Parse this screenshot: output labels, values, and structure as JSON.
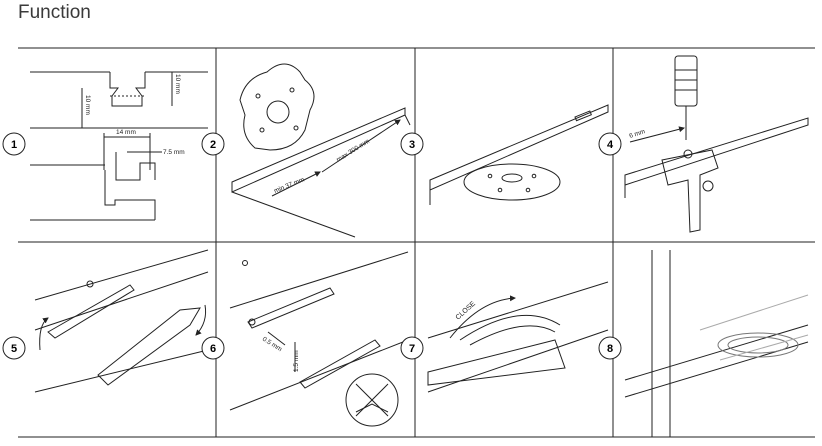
{
  "title": "Function",
  "steps": [
    {
      "number": "1",
      "dims": {
        "depth": "10 mm",
        "depth_left": "10 mm",
        "width": "14 mm",
        "offset": "7.5 mm"
      }
    },
    {
      "number": "2",
      "dims": {
        "min": "min 37 mm",
        "max": "max 300 mm"
      }
    },
    {
      "number": "3"
    },
    {
      "number": "4",
      "dims": {
        "drill_depth": "6 mm"
      }
    },
    {
      "number": "5"
    },
    {
      "number": "6",
      "dims": {
        "gap": "0.5 mm",
        "height": "1.5 mm"
      }
    },
    {
      "number": "7",
      "label": "CLOSE"
    },
    {
      "number": "8"
    }
  ]
}
